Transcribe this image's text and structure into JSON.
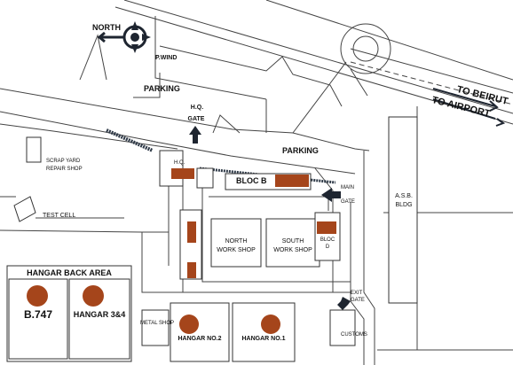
{
  "labels": {
    "north": "NORTH",
    "p_wind": "P.WIND",
    "parking_north": "PARKING",
    "parking_east": "PARKING",
    "hq_gate_1": "H.Q.",
    "hq_gate_2": "GATE",
    "to_beirut": "TO BEIRUT",
    "to_airport": "TO AIRPORT",
    "scrap_yard_1": "SCRAP YARD",
    "scrap_yard_2": "REPAIR SHOP",
    "test_cell": "TEST CELL",
    "hq": "H.Q.",
    "bloc_b": "BLOC B",
    "main_gate_1": "MAIN",
    "main_gate_2": "GATE",
    "asb_1": "A.S.B.",
    "asb_2": "BLDG",
    "north_workshop_1": "NORTH",
    "north_workshop_2": "WORK SHOP",
    "south_workshop_1": "SOUTH",
    "south_workshop_2": "WORK SHOP",
    "bloc_d_1": "BLOC",
    "bloc_d_2": "D",
    "hangar_back_area": "HANGAR BACK AREA",
    "b747": "B.747",
    "hangar_3_4": "HANGAR 3&4",
    "metal_shop": "METAL SHOP",
    "hangar_2": "HANGAR NO.2",
    "hangar_1": "HANGAR NO.1",
    "exit_gate_1": "EXIT",
    "exit_gate_2": "GATE",
    "customs": "CUSTOMS"
  },
  "colors": {
    "marker": "#a5451b",
    "line": "#444444",
    "road_fill": "#ffffff",
    "arrow": "#1e2530"
  },
  "markers": [
    "hq-block",
    "bloc-b-block",
    "bloc-d-block",
    "pharmacy-block-1",
    "pharmacy-block-2",
    "b747-circle",
    "hangar-3-4-circle",
    "hangar-2-circle",
    "hangar-1-circle"
  ]
}
